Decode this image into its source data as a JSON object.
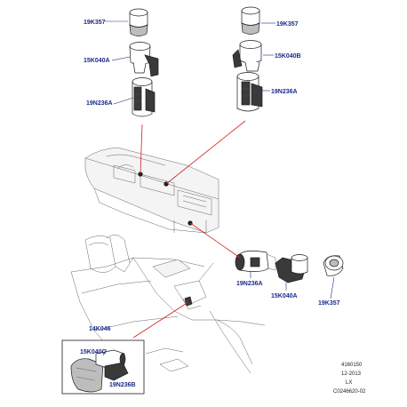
{
  "parts": {
    "lighter_top_left": "19K357",
    "socket_top_left": "15K040A",
    "housing_top_left": "19N236A",
    "lighter_top_right": "19K357",
    "socket_top_right": "15K040B",
    "housing_top_right": "19N236A",
    "housing_mid_right": "19N236A",
    "socket_mid_right": "15K040A",
    "lighter_mid_right": "19K357",
    "kit_bottom": "14K046",
    "kit_socket": "15K040C",
    "kit_housing": "19N236B"
  },
  "reference": {
    "number": "4160150",
    "date": "12-2013",
    "model": "LX",
    "code": "C0246620-02"
  },
  "colors": {
    "label": "#1a2a8a",
    "callout": "#d42020",
    "outline": "#1c1c1c"
  }
}
